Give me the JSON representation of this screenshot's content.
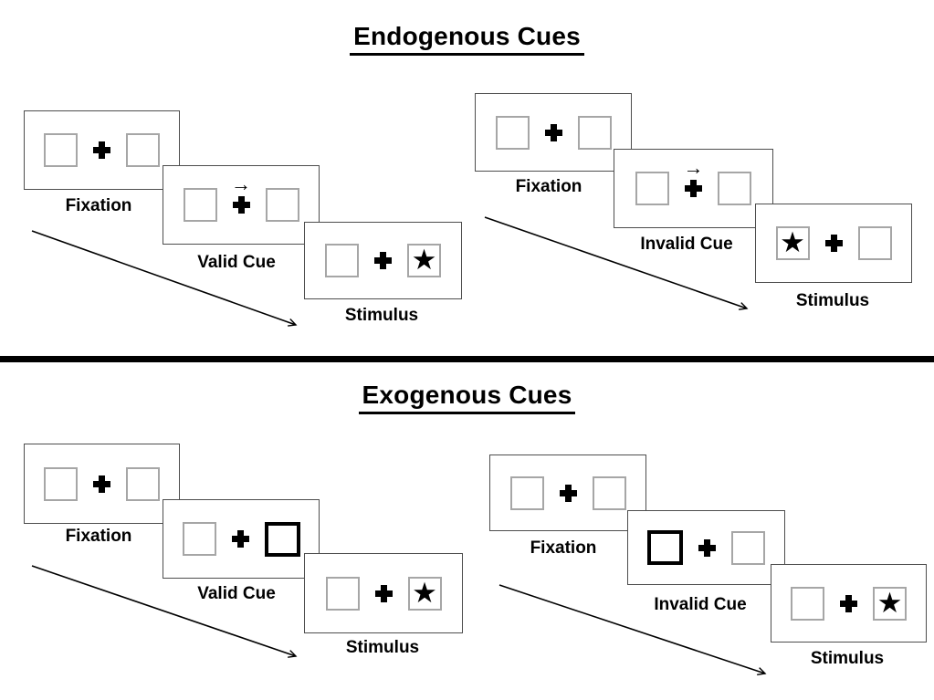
{
  "diagram": {
    "colors": {
      "background": "#ffffff",
      "card_border": "#4d4d4d",
      "square_border": "#a6a6a6",
      "bold_square_border": "#000000",
      "ink": "#000000"
    },
    "icons": {
      "star": "★",
      "cue_arrow": "→"
    },
    "sections": [
      {
        "title": "Endogenous Cues",
        "panels": [
          {
            "condition": "valid",
            "cue_type": "central-arrow-right",
            "stimulus_star_side": "right",
            "fixation_label": "Fixation",
            "cue_label": "Valid Cue",
            "stimulus_label": "Stimulus"
          },
          {
            "condition": "invalid",
            "cue_type": "central-arrow-right",
            "stimulus_star_side": "left",
            "fixation_label": "Fixation",
            "cue_label": "Invalid Cue",
            "stimulus_label": "Stimulus"
          }
        ]
      },
      {
        "title": "Exogenous Cues",
        "panels": [
          {
            "condition": "valid",
            "cue_type": "peripheral-box-right",
            "stimulus_star_side": "right",
            "fixation_label": "Fixation",
            "cue_label": "Valid Cue",
            "stimulus_label": "Stimulus"
          },
          {
            "condition": "invalid",
            "cue_type": "peripheral-box-left",
            "stimulus_star_side": "right",
            "fixation_label": "Fixation",
            "cue_label": "Invalid Cue",
            "stimulus_label": "Stimulus"
          }
        ]
      }
    ]
  }
}
